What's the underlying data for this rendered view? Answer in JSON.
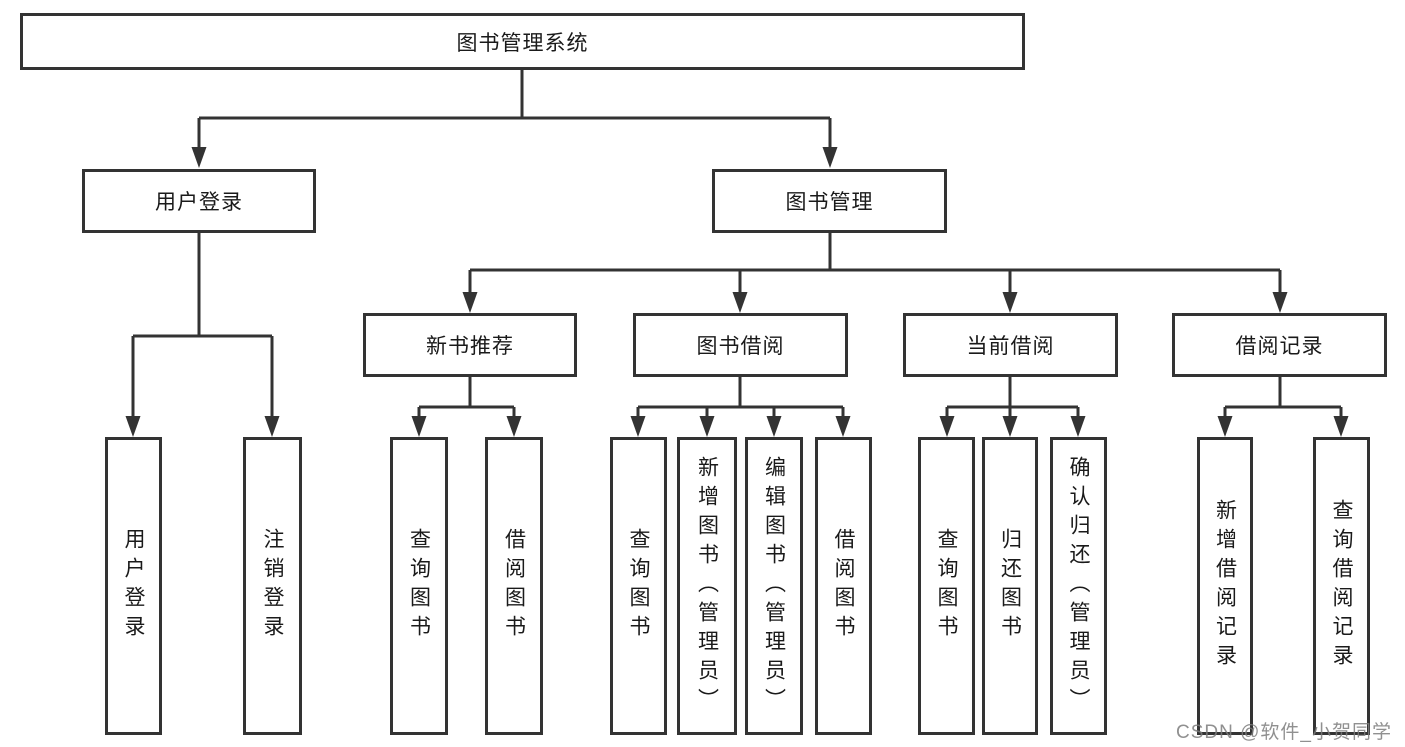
{
  "tree": {
    "label": "图书管理系统",
    "children": [
      {
        "label": "用户登录",
        "children": [
          {
            "label": "用户登录"
          },
          {
            "label": "注销登录"
          }
        ]
      },
      {
        "label": "图书管理",
        "children": [
          {
            "label": "新书推荐",
            "children": [
              {
                "label": "查询图书"
              },
              {
                "label": "借阅图书"
              }
            ]
          },
          {
            "label": "图书借阅",
            "children": [
              {
                "label": "查询图书"
              },
              {
                "label": "新增图书（管理员）"
              },
              {
                "label": "编辑图书（管理员）"
              },
              {
                "label": "借阅图书"
              }
            ]
          },
          {
            "label": "当前借阅",
            "children": [
              {
                "label": "查询图书"
              },
              {
                "label": "归还图书"
              },
              {
                "label": "确认归还（管理员）"
              }
            ]
          },
          {
            "label": "借阅记录",
            "children": [
              {
                "label": "新增借阅记录"
              },
              {
                "label": "查询借阅记录"
              }
            ]
          }
        ]
      }
    ]
  },
  "watermark": {
    "text": "CSDN @软件_小贺同学"
  },
  "colors": {
    "line": "#333333",
    "box_border": "#333333",
    "text": "#1a1a1a",
    "watermark": "#7d7d7d",
    "background": "#ffffff"
  }
}
